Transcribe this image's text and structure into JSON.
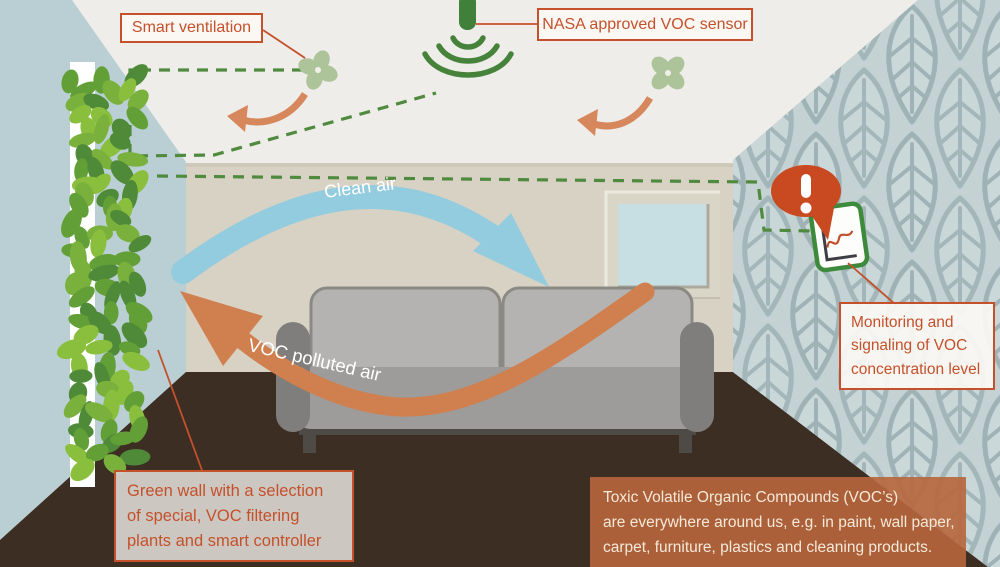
{
  "title": "Smart ventilation and VOC monitoring room infographic",
  "labels": {
    "smart_ventilation": "Smart ventilation",
    "voc_sensor": "NASA approved VOC sensor",
    "monitoring": "Monitoring and signaling of VOC concentration level",
    "green_wall": "Green wall with a selection of special, VOC filtering plants and smart controller"
  },
  "arrow_labels": {
    "clean_air": "Clean air",
    "voc_polluted": "VOC polluted air"
  },
  "info_box": {
    "lines": [
      "Toxic Volatile Organic Compounds (VOC’s)",
      "are everywhere around us, e.g. in paint, wall paper,",
      "carpet, furniture, plastics and cleaning products."
    ]
  },
  "icons": {
    "fan": "fan-icon",
    "sensor": "voc-sensor-icon",
    "signal_waves": "signal-waves-icon",
    "alert": "alert-exclamation-icon",
    "tablet": "chart-tablet-icon",
    "green_wall": "green-wall-plants",
    "couch": "couch",
    "window": "window"
  },
  "colors": {
    "accent_orange": "#c4512b",
    "arrow_orange": "#d07f4e",
    "small_arrow_orange": "#d6875b",
    "arrow_blue": "#93cbdf",
    "dashed_green": "#4f8a3e",
    "sensor_green": "#41803a",
    "fan_green": "#adc399",
    "alert_red": "#c94920",
    "tablet_border_green": "#3e8a3c",
    "ceiling": "#efede9",
    "left_wall": "#b9cfd4",
    "back_wall": "#d7d2c4",
    "floor_brown": "#3d2e24",
    "wallpaper_bg": "#c4d2d4",
    "wallpaper_motif": "#9fb3b6",
    "leaf_greens": [
      "#4e8a37",
      "#8abf3d",
      "#639f37",
      "#7ab13c"
    ]
  }
}
